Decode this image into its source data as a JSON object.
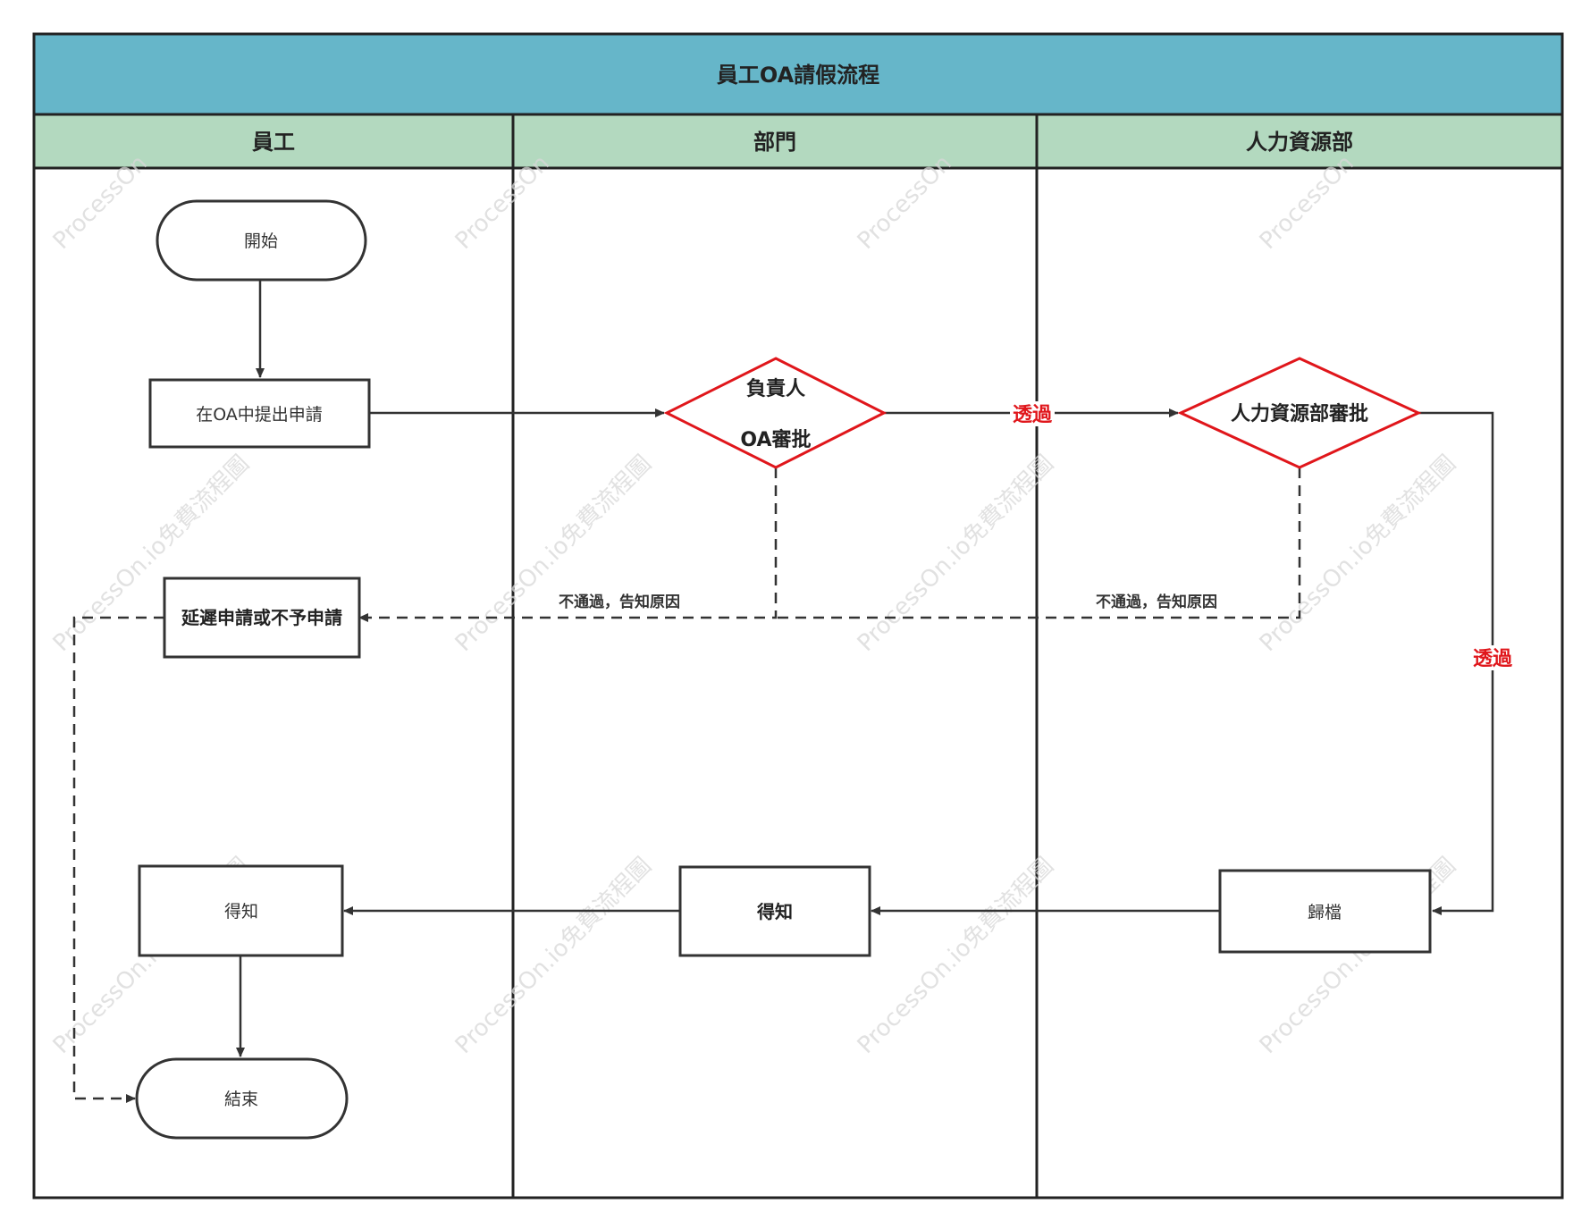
{
  "title": "員工OA請假流程",
  "lanes": [
    "員工",
    "部門",
    "人力資源部"
  ],
  "nodes": {
    "start": "開始",
    "submit": "在OA中提出申請",
    "manager_approval": [
      "負責人",
      "OA審批"
    ],
    "hr_approval": "人力資源部審批",
    "delay": "延遲申請或不予申請",
    "notify_employee": "得知",
    "notify_dept": "得知",
    "archive": "歸檔",
    "end": "結束"
  },
  "edge_labels": {
    "pass": "透過",
    "reject": "不通過，告知原因"
  },
  "watermark": {
    "brand": "ProcessOn",
    "full": "ProcessOn.io免費流程圖"
  },
  "colors": {
    "title_bar": "#66b6c9",
    "lane_header": "#b3d9bf",
    "decision_stroke": "#e0161b",
    "pass_label": "#e0161b"
  }
}
